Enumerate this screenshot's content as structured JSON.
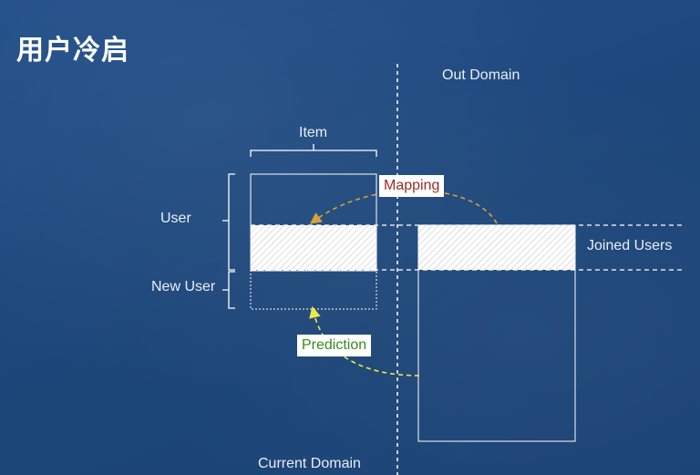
{
  "slide": {
    "title": "用户冷启"
  },
  "diagram": {
    "out_domain": "Out Domain",
    "current_domain": "Current Domain",
    "item": "Item",
    "user": "User",
    "new_user": "New User",
    "joined_users": "Joined Users",
    "mapping": "Mapping",
    "prediction": "Prediction"
  },
  "colors": {
    "background": "#1f4a82",
    "mapping_text": "#9b2b24",
    "mapping_arrow": "#d4a23a",
    "prediction_text": "#3a8a1c",
    "prediction_arrow": "#e8e84a"
  }
}
